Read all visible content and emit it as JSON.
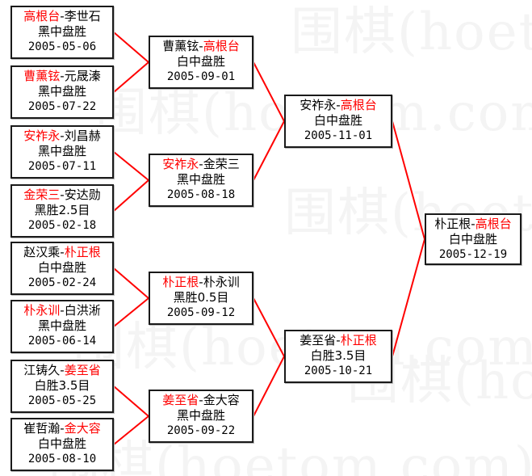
{
  "meta": {
    "watermark_text": "围棋(hoetom.com)",
    "winner_color": "#ff0000",
    "line_color": "#ff0000",
    "box_border_color": "#1a1a1a",
    "background": "#ffffff"
  },
  "rounds": {
    "round1": [
      {
        "left_player": "高根台",
        "right_player": "李世石",
        "winner": "left",
        "result": "黑中盘胜",
        "date": "2005-05-06"
      },
      {
        "left_player": "曹薰铉",
        "right_player": "元晟溱",
        "winner": "left",
        "result": "黑中盘胜",
        "date": "2005-07-22"
      },
      {
        "left_player": "安祚永",
        "right_player": "刘昌赫",
        "winner": "left",
        "result": "黑中盘胜",
        "date": "2005-07-11"
      },
      {
        "left_player": "金荣三",
        "right_player": "安达勋",
        "winner": "left",
        "result": "黑胜2.5目",
        "date": "2005-02-18"
      },
      {
        "left_player": "赵汉乘",
        "right_player": "朴正根",
        "winner": "right",
        "result": "白中盘胜",
        "date": "2005-02-24"
      },
      {
        "left_player": "朴永训",
        "right_player": "白洪淅",
        "winner": "left",
        "result": "黑中盘胜",
        "date": "2005-06-14"
      },
      {
        "left_player": "江铸久",
        "right_player": "姜至省",
        "winner": "right",
        "result": "白胜3.5目",
        "date": "2005-05-25"
      },
      {
        "left_player": "崔哲瀚",
        "right_player": "金大容",
        "winner": "right",
        "result": "白中盘胜",
        "date": "2005-08-10"
      }
    ],
    "round2": [
      {
        "left_player": "曹薰铉",
        "right_player": "高根台",
        "winner": "right",
        "result": "白中盘胜",
        "date": "2005-09-01"
      },
      {
        "left_player": "安祚永",
        "right_player": "金荣三",
        "winner": "left",
        "result": "黑中盘胜",
        "date": "2005-08-18"
      },
      {
        "left_player": "朴正根",
        "right_player": "朴永训",
        "winner": "left",
        "result": "黑胜0.5目",
        "date": "2005-09-12"
      },
      {
        "left_player": "姜至省",
        "right_player": "金大容",
        "winner": "left",
        "result": "黑中盘胜",
        "date": "2005-09-22"
      }
    ],
    "round3": [
      {
        "left_player": "安祚永",
        "right_player": "高根台",
        "winner": "right",
        "result": "白中盘胜",
        "date": "2005-11-01"
      },
      {
        "left_player": "姜至省",
        "right_player": "朴正根",
        "winner": "right",
        "result": "白胜3.5目",
        "date": "2005-10-21"
      }
    ],
    "final": [
      {
        "left_player": "朴正根",
        "right_player": "高根台",
        "winner": "right",
        "result": "白中盘胜",
        "date": "2005-12-19"
      }
    ]
  }
}
